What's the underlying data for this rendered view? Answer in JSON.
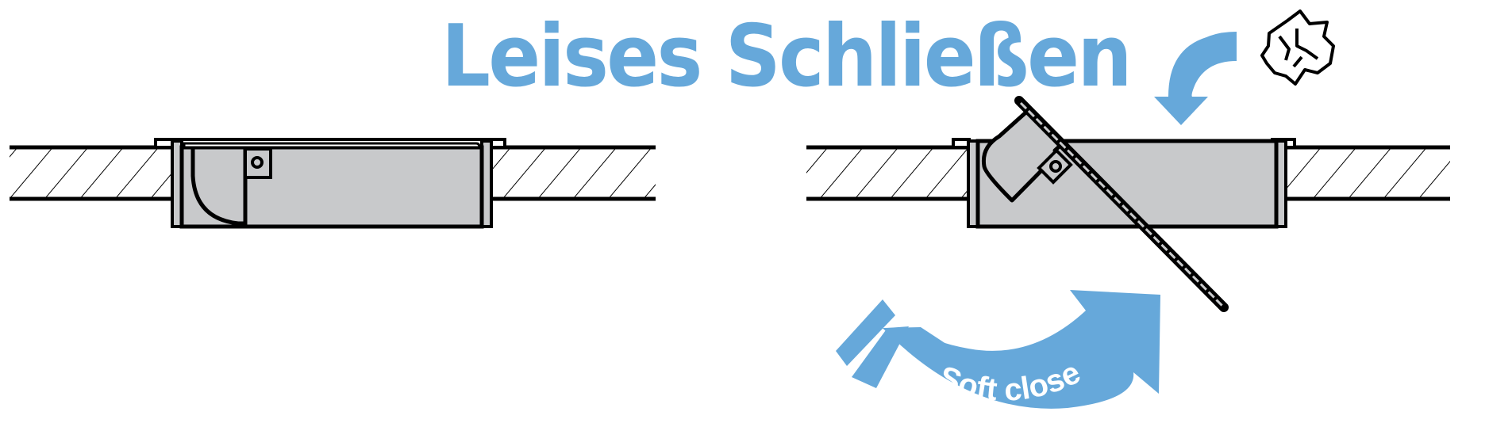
{
  "title": "Leises Schließen",
  "colors": {
    "accent": "#66a8da",
    "outline": "#000000",
    "drawer_fill": "#c8c9cb",
    "background": "#ffffff"
  },
  "diagrams": [
    {
      "state": "closed",
      "hatched_wall": true,
      "drawer": "flush-mounted box with flap",
      "hinge_icon": "square-with-circle"
    },
    {
      "state": "opening",
      "hatched_wall": true,
      "drawer": "flush-mounted box with flap rotated open",
      "hinge_icon": "square-with-circle"
    }
  ],
  "arrows": {
    "top_curved_arrow": {
      "direction": "down-left"
    },
    "soft_close_arrow": {
      "label": "Soft close",
      "direction": "clockwise-up-right"
    }
  },
  "icons": {
    "crumpled_paper": "crumpled-paper-icon"
  }
}
